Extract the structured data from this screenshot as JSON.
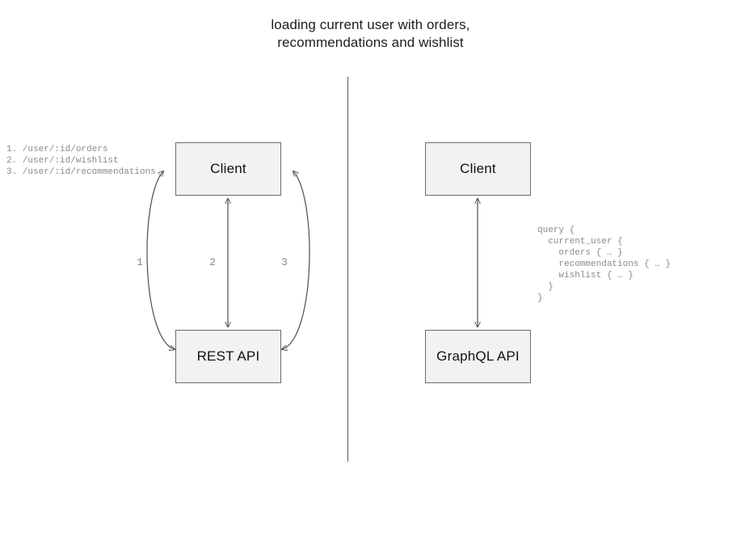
{
  "title": "loading current user with orders,\nrecommendations and wishlist",
  "divider": {
    "name": "vertical-divider"
  },
  "rest_side": {
    "client_box": "Client",
    "api_box": "REST API",
    "endpoints": "1. /user/:id/orders\n2. /user/:id/wishlist\n3. /user/:id/recommendations",
    "edges": [
      {
        "label": "1",
        "kind": "curved-arc-left",
        "bidirectional": true
      },
      {
        "label": "2",
        "kind": "straight",
        "bidirectional": true
      },
      {
        "label": "3",
        "kind": "curved-arc-right",
        "bidirectional": true
      }
    ]
  },
  "graphql_side": {
    "client_box": "Client",
    "api_box": "GraphQL API",
    "query": "query {\n  current_user {\n    orders { … }\n    recommendations { … }\n    wishlist { … }\n  }\n}",
    "edges": [
      {
        "label": "",
        "kind": "straight",
        "bidirectional": true
      }
    ]
  },
  "colors": {
    "box_fill": "#f2f2f2",
    "box_border": "#6b6b6b",
    "edge_stroke": "#4d4d4d",
    "code_text": "#8a8a8a",
    "title_text": "#1d1d1d",
    "background": "#ffffff"
  }
}
